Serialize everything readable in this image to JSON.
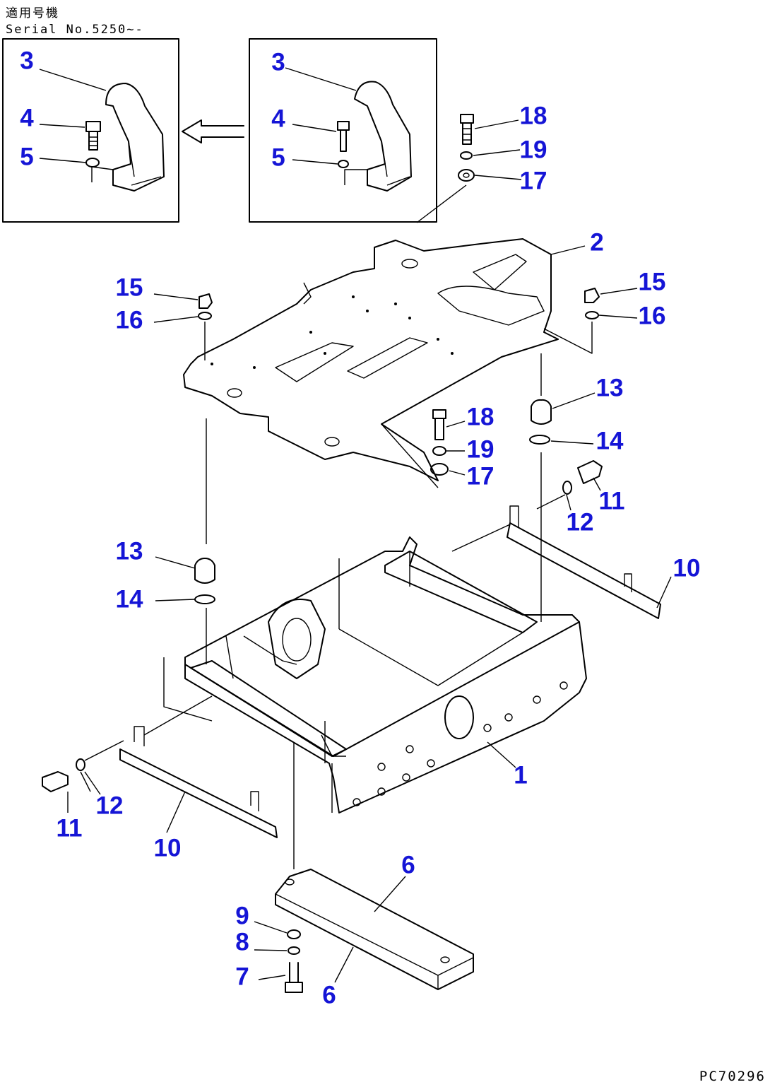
{
  "header": {
    "line1": "適用号機",
    "line2": "Serial No.5250~-"
  },
  "figure_id": "PC70296",
  "callouts": [
    {
      "id": "c3a",
      "text": "3"
    },
    {
      "id": "c4a",
      "text": "4"
    },
    {
      "id": "c5a",
      "text": "5"
    },
    {
      "id": "c3b",
      "text": "3"
    },
    {
      "id": "c4b",
      "text": "4"
    },
    {
      "id": "c5b",
      "text": "5"
    },
    {
      "id": "c18a",
      "text": "18"
    },
    {
      "id": "c19a",
      "text": "19"
    },
    {
      "id": "c17a",
      "text": "17"
    },
    {
      "id": "c2",
      "text": "2"
    },
    {
      "id": "c15a",
      "text": "15"
    },
    {
      "id": "c16a",
      "text": "16"
    },
    {
      "id": "c15b",
      "text": "15"
    },
    {
      "id": "c16b",
      "text": "16"
    },
    {
      "id": "c13a",
      "text": "13"
    },
    {
      "id": "c14a",
      "text": "14"
    },
    {
      "id": "c18b",
      "text": "18"
    },
    {
      "id": "c19b",
      "text": "19"
    },
    {
      "id": "c17b",
      "text": "17"
    },
    {
      "id": "c11a",
      "text": "11"
    },
    {
      "id": "c12a",
      "text": "12"
    },
    {
      "id": "c10a",
      "text": "10"
    },
    {
      "id": "c13b",
      "text": "13"
    },
    {
      "id": "c14b",
      "text": "14"
    },
    {
      "id": "c1",
      "text": "1"
    },
    {
      "id": "c12b",
      "text": "12"
    },
    {
      "id": "c11b",
      "text": "11"
    },
    {
      "id": "c10b",
      "text": "10"
    },
    {
      "id": "c6a",
      "text": "6"
    },
    {
      "id": "c9",
      "text": "9"
    },
    {
      "id": "c8",
      "text": "8"
    },
    {
      "id": "c7",
      "text": "7"
    },
    {
      "id": "c6b",
      "text": "6"
    }
  ]
}
